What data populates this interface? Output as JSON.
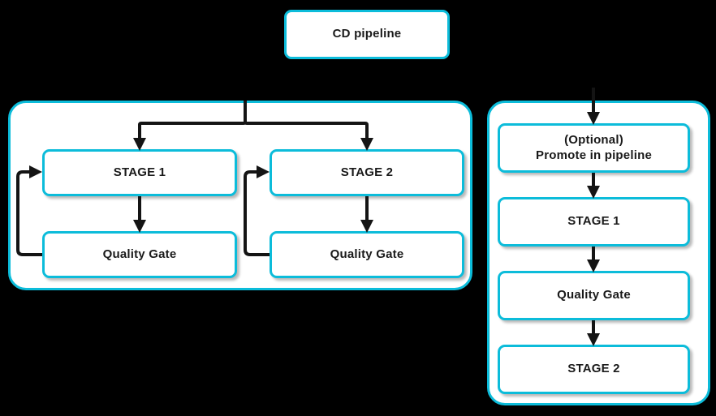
{
  "diagram": {
    "title": "CD pipeline",
    "background_color": "#000000",
    "accent_color": "#0cbcda",
    "node_fill_color": "#ffffff",
    "connector_color": "#141414",
    "type": "flowchart"
  },
  "root": {
    "label": "CD pipeline"
  },
  "left_group": {
    "name": "parallel-stages-group",
    "branches": [
      {
        "stage": {
          "label": "STAGE 1"
        },
        "gate": {
          "label": "Quality Gate"
        }
      },
      {
        "stage": {
          "label": "STAGE 2"
        },
        "gate": {
          "label": "Quality Gate"
        }
      }
    ]
  },
  "right_group": {
    "name": "sequential-stages-group",
    "steps": [
      {
        "label": "(Optional)\nPromote in pipeline",
        "line1": "(Optional)",
        "line2": "Promote in pipeline"
      },
      {
        "label": "STAGE 1"
      },
      {
        "label": "Quality Gate"
      },
      {
        "label": "STAGE 2"
      }
    ]
  }
}
